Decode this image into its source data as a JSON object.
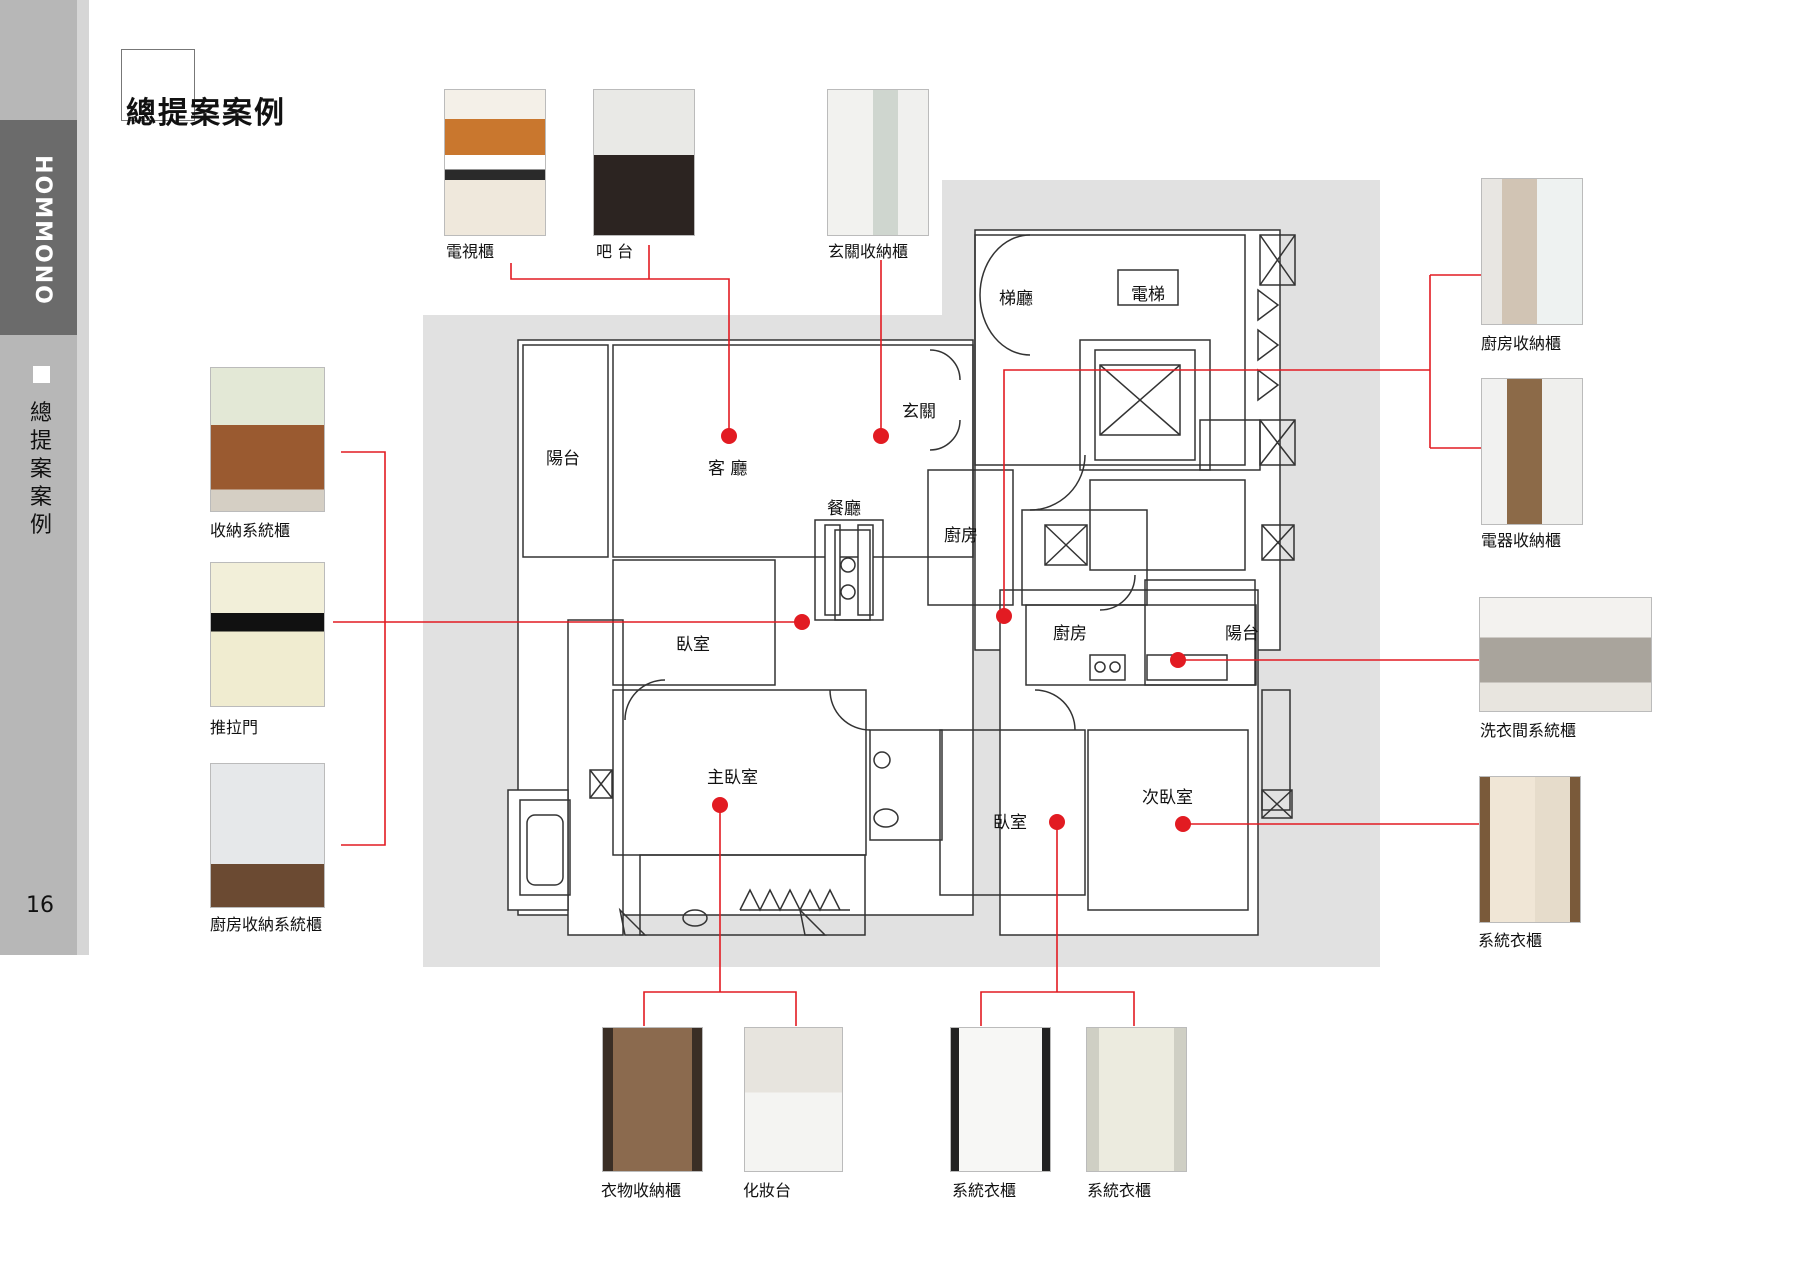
{
  "sidebar": {
    "brand": "HOMMONO",
    "title": "總提案案例",
    "page_number": "16"
  },
  "header": {
    "title": "總提案案例"
  },
  "colors": {
    "accent_red": "#e21b22",
    "panel_gray": "#e1e1e1",
    "sidebar_gray": "#b7b7b7",
    "sidebar_dark": "#6b6b6b"
  },
  "rooms": {
    "balcony_left": "陽台",
    "living": "客 廳",
    "foyer": "玄關",
    "dining": "餐廳",
    "stair_hall": "梯廳",
    "elevator": "電梯",
    "kitchen_upper": "廚房",
    "kitchen_lower": "廚房",
    "balcony_right": "陽台",
    "bedroom_left": "臥室",
    "master_bedroom": "主臥室",
    "bedroom_center": "臥室",
    "second_bedroom": "次臥室"
  },
  "captions": {
    "tv_cabinet": "電視櫃",
    "bar_counter": "吧 台",
    "entry_storage": "玄關收納櫃",
    "kitchen_storage": "廚房收納櫃",
    "appliance_storage": "電器收納櫃",
    "storage_system": "收納系統櫃",
    "sliding_door": "推拉門",
    "kitchen_system": "廚房收納系統櫃",
    "laundry_system": "洗衣間系統櫃",
    "wardrobe_right": "系統衣櫃",
    "clothes_storage": "衣物收納櫃",
    "vanity": "化妝台",
    "wardrobe_a": "系統衣櫃",
    "wardrobe_b": "系統衣櫃"
  }
}
